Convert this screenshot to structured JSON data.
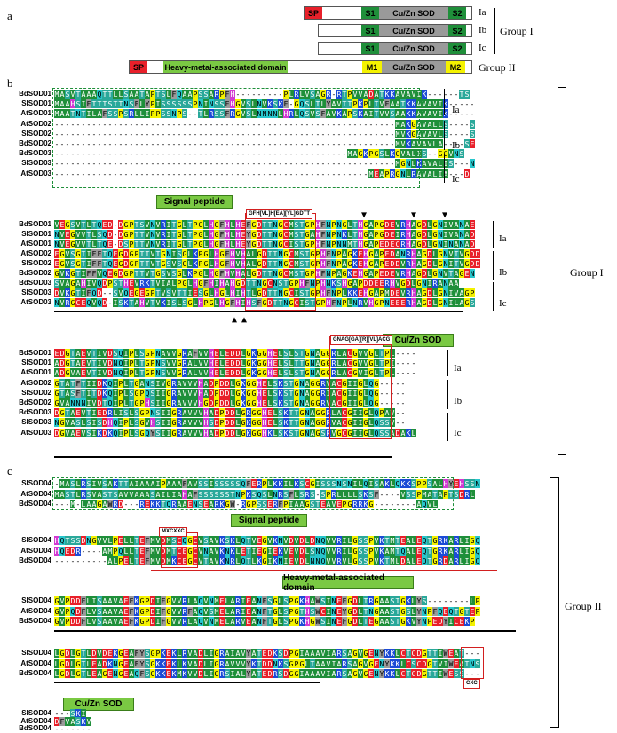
{
  "panels": {
    "a": "a",
    "b": "b",
    "c": "c"
  },
  "legend": {
    "sp": "SP",
    "s1": "S1",
    "s2": "S2",
    "cuzn": "Cu/Zn SOD",
    "hma": "Heavy-metal-associated domain",
    "m1": "M1",
    "m2": "M2",
    "ia": "Ia",
    "ib": "Ib",
    "ic": "Ic",
    "group1": "Group I",
    "group2": "Group II"
  },
  "labels": {
    "signal_peptide": "Signal peptide",
    "cuzn_sod": "Cu/Zn SOD",
    "hma_domain": "Heavy-metal-associated domain",
    "motif1": "GFH[VL]H[EA][YL]GDTT",
    "motif2": "GNAG[GA][R][VL]ACG",
    "motif3": "MXCXXC",
    "motif4": "CXC",
    "group1": "Group I",
    "group2": "Group II",
    "ia": "Ia",
    "ib": "Ib",
    "ic": "Ic"
  },
  "colors": {
    "red": "#e8202a",
    "green_dark": "#1f8f3a",
    "green_light": "#7ac943",
    "yellow": "#f4f200",
    "gray": "#9a9a9a",
    "blue": "#1c4bd6",
    "cyan": "#27c6cc",
    "magenta": "#d23ad2",
    "teal": "#2aa89a"
  },
  "block1": {
    "names": [
      "BdSOD01",
      "SlSOD01",
      "AtSOD01",
      "AtSOD02",
      "SlSOD02",
      "BdSOD02",
      "BdSOD03",
      "SlSOD03",
      "AtSOD03"
    ],
    "seqs": [
      "MASVTAAAQTTLLSAATAPTSLFQAAPSSARPFH---------PLRLVSAGR-RTPVVADATKKAVAVIK------TS",
      "MAAHSIFTTTSTTNSFLYPISSSSSSPNINSSFHGVSLNVKSKF-GQSLTLYAVTTPKPLTVFAATKKAVAVIK------NS",
      "MAATNTILAFSSPSRLLIPPSSNPS--TLRSSFRGVSLNNNNLHRLQSVSFAVKAPSKAITVVSAAKKAVAVIK------SS",
      "----------------------------------------------------------------MAKGAVALLS----SE",
      "----------------------------------------------------------------MVKGAVAVLS----SE",
      "----------------------------------------------------------------MVKAVAVLA----SE",
      "-------------------------------------------------------MAGKPGSLKGVALIS--GGVNS",
      "----------------------------------------------------------------MGNLKAVALIS---ND",
      "-----------------------------------------------------------MEAPRGNLRAVALIA---D"
    ]
  },
  "block2": {
    "names": [
      "BdSOD01",
      "SlSOD01",
      "AtSOD01",
      "AtSOD02",
      "SlSOD02",
      "BdSOD02",
      "BdSOD03",
      "SlSOD03",
      "AtSOD03"
    ],
    "seqs": [
      "VEGSVTLTQED-DGPTSVNVRITGLTPGLHGFHLHEFGDTTNGCMSTGPHFNPNGLTHGAPGDEVRHAGDLGNIVANAE",
      "NVEGVVTLSQD-DGPTTVNVRITGLTPGLHGFHLHEYGDTTNGCMSTGAHFNPNKLTHGAPGDEIRHAGDLGNIVANAD",
      "NVEGVVTLTQE-DSPTTVNVRITGLTPGLHGFHLHEYGDTTNGCISTGPHFNPNNMTHGAPEDECRHAGDLGNINANAD",
      "EGVSGTIFFTQEGDGPTTVTGNISGLKPGLHGFHVHALGDTTNGCMSTGPHFNPAGKEHGAPEDANRHAGDLGNVTVGDD",
      "EGVSGTIFFTQEGDGPTTVTGSVSGLKPGLHGFHVHALGDTTNGCMSTGPHFNPAGKEHGAPEDDVRHAGDLGNITVGDD",
      "GVKGTIFFVQEGDGPTTVTGSVSGLKPGLHGFHVHALGDTTNGCMSTGPHFNPAGKEHGAPEDEVRHAGDLGNVTAGEN",
      "SVAGAHIVQDPSTHEVRKTVIALPGLHGFHIHAHGDTTNGCNSTGPHFNPHNKSHGAPDDEERHVGDLGNIRANAA",
      "DVKGTIFQD--SVQEGEGPTVSVTTIESGLHGLHIHTLGDTTNGCISTGPHFNPLKKEHGAPMDEVRHAGDLGNIVAGP",
      "NVRGCEQVQD-ISKTAHVTVKISLSGLHPGLHGFHIHSFGDTTNGCISTGPHFNPLNRVHGPNEEERHAGDLGNILAGS"
    ]
  },
  "block3": {
    "names": [
      "BdSOD01",
      "SlSOD01",
      "AtSOD01",
      "AtSOD02",
      "SlSOD02",
      "BdSOD02",
      "BdSOD03",
      "SlSOD03",
      "AtSOD03"
    ],
    "seqs": [
      "EDGTAEVTIVDSQIPLSGPNAVVGRAFVVHELEDDLGKGGHELSLSTGNAGGRLACGVVGLTPL----",
      "ADGTAEVTIVDNQIPLTGPNSVVGRALVVHELEDDLGKGGHELSLTTGNAGGRLACGVVGLTPI----",
      "ADGVAEVTIVDNQIPLTGPNSVVGRALVVHELEDDLGKGGHELSLSTGNAGGRLACGVIGLTPL----",
      "GTATFTIIDKQIPLTGANSIVGRAVVVHADPDDLGKGGHELSKSTGNAGGRVACGIIGLQG-----",
      "GTASFTITDKQIPLSGPQSIIGRAVVVHADPDDLGKGGHELSKSTGNAGGRIACGIIGLQG-----",
      "GVANNNIVDTQIPLTGPHSIIGRAVVVHGDPDDLGKGGHELSKSTGNAGGRVACGIIGLQG-----",
      "DGTAEVTIEDRLISLSGPNSIIGRAVVVHADPDDLGRGGHELSKTTGNAGGRLACGIIGLQPAV--",
      "NGVASLSISDHQIPLSGVHSIIGRAVVVHSDPDDLGKGGHELSKTTGNAGGRVACGIIGLQSSV--",
      "DGVAEVSIKDKQIPLSGQYSIIGRAVVVHADPDDLGKGGHKLSKSTGNAGSRVGCGIIGLQSSADAKL"
    ]
  },
  "block4": {
    "names": [
      "SlSOD04",
      "AtSOD04",
      "BdSOD04"
    ],
    "seqs": [
      "-MASLRSIVSAKTTAIAAAIPAAAFAVSSISSSSSQFERPLKKILKSCGISSSNSNILQISAKLQKKSPPSALHYEHSSN",
      "MASTLRSVASTSAVVAAASAILIAHAFSSSSSSTNPKSQSLNRSFLSRS-SPRLLLLSKSF----VSSPMATAPTSDRL",
      "---M-LAAGAWRD---REKKTQRAAENSEARKGW-RGPSSERFPIAAGSTEAVEPGRRKG--------AQVL"
    ]
  },
  "block5": {
    "names": [
      "SlSOD04",
      "AtSOD04",
      "BdSOD04"
    ],
    "seqs": [
      "HQTSSDNGVVLPELLTEFMVDMSCQGCVSAVKSKLQTVEGVKNVDVDLDNQVVRILGSSPVKTMTEALEQTGRKARLIGQ",
      "HQEDR----AMPQLLTEFMVDMTCEGCVNAVKNKLETIEGIEKVEVDLSNQVVRILGSSPVKAMTQALEQTGRKARLIGQ",
      "----------ALPELTEFMVDMKCEGCVTAVKNRLQTLKGIKNIEVDLNNQVVRVLGSSPVKTMLDALEQTGRDARLIGQ",
      ""
    ]
  },
  "block6": {
    "names": [
      "SlSOD04",
      "AtSOD04",
      "BdSOD04"
    ],
    "seqs": [
      "GVPDDFLISAAVAEFKGPDIFGVVRLAQVNMELARIEANFSGLSPGKHAWSINEFGDLTRGAASTGKLYS--------LP",
      "GVPQDFLVSAAVAEFKGPDIFGVVRFAQVSMELARIEANFTGLSPGTHSWCINEYGDLTNGAASTGSLYNPFQEQTGTEP",
      "GVPDDFLVSAAVAEFKGPDIFGVVRLAQVNMELARVEANFTGLSPGKHGWSINEFGDLTEGAASTGKVYNPEDYICEKP",
      ""
    ]
  },
  "block7": {
    "names": [
      "SlSOD04",
      "AtSOD04",
      "BdSOD04"
    ],
    "seqs": [
      "LGDLGTLDVDEKGEAFYSGPKEKLRVADLIGRAIAVYATEDKSDPGIAAAVIARSAGVGENYKKLCTCDGTTIWEAT---",
      "LGDLGTLEADKNGEAFYSGKKEKLKVADLIGRAVVVYKTDDNKSGPGLTAAVIARSAGVGENYKKLCSCDGTVIWEATNS",
      "LGDLGTLEAGENGEAQFSGKKEKMKVVDLIGRSIALYATEDRSDGGIAAAVIARSAGVGENYKKLCTCDGTTIWESS---"
    ]
  },
  "block8": {
    "names": [
      "SlSOD04",
      "AtSOD04",
      "BdSOD04"
    ],
    "seqs": [
      "---SKI",
      "DFVASKV",
      "-------"
    ]
  }
}
